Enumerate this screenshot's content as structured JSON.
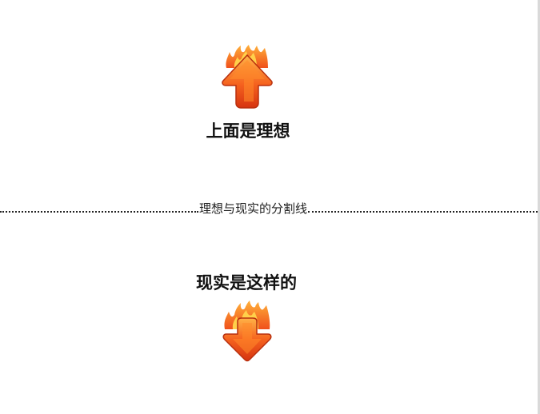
{
  "top": {
    "icon": "fire-up-arrow-icon",
    "heading": "上面是理想"
  },
  "divider": {
    "label": "理想与现实的分割线"
  },
  "bottom": {
    "heading": "现实是这样的",
    "icon": "fire-down-arrow-icon"
  },
  "colors": {
    "flame_outer": "#e8471e",
    "flame_mid": "#f57c1f",
    "flame_inner": "#ffc43a",
    "arrow_dark": "#d93a14",
    "arrow_light": "#ff9a2e",
    "text": "#111111",
    "dotted_line": "#222222"
  }
}
